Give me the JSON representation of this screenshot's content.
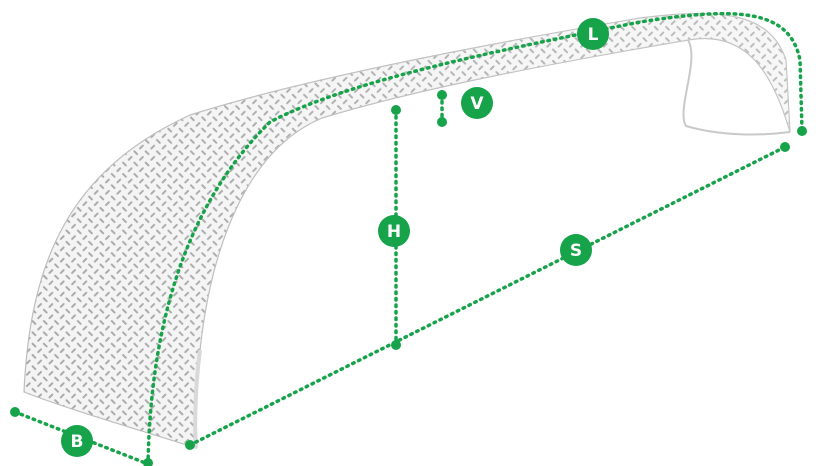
{
  "diagram": {
    "accent_color": "#16a34a",
    "dimensions": {
      "L": "L",
      "V": "V",
      "H": "H",
      "S": "S",
      "B": "B"
    }
  }
}
